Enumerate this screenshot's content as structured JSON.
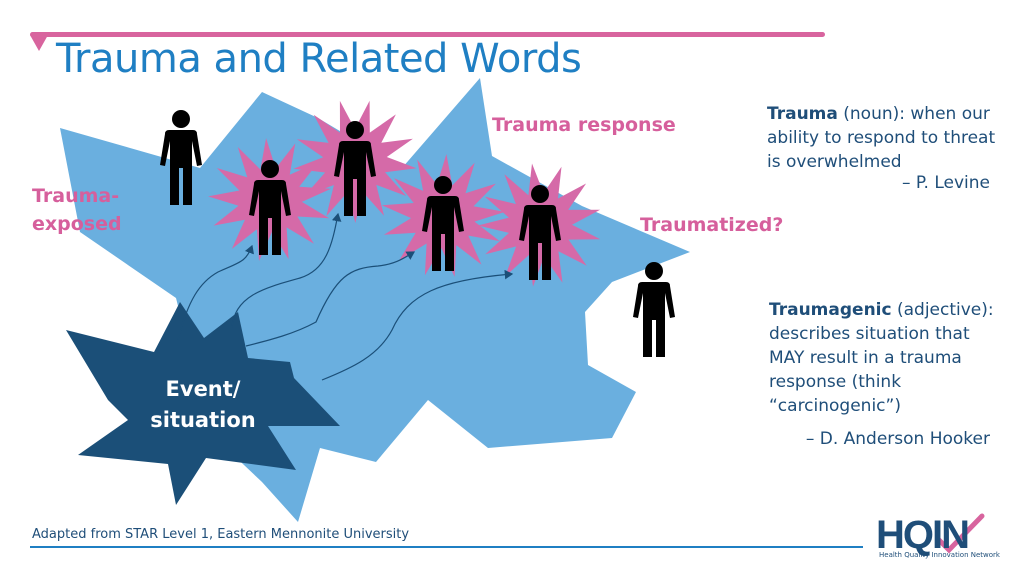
{
  "slide": {
    "title": "Trauma and Related Words",
    "accent_color": "#d8649e",
    "title_color": "#1f7fc3"
  },
  "diagram": {
    "labels": {
      "trauma_exposed": [
        "Trauma-",
        "exposed"
      ],
      "trauma_response": "Trauma response",
      "traumatized": "Traumatized?",
      "event": [
        "Event/",
        "situation"
      ]
    },
    "colors": {
      "big_burst": "#6aafdf",
      "event_burst": "#1b4f78",
      "pink_burst": "#d56aa8",
      "figure": "#000000",
      "arrow": "#1b4f78"
    }
  },
  "definitions": {
    "trauma": {
      "term": "Trauma",
      "text": " (noun): when our ability to respond to threat is overwhelmed",
      "attribution": "– P. Levine"
    },
    "traumagenic": {
      "term": "Traumagenic",
      "text": " (adjective): describes situation that MAY result in a trauma response (think “carcinogenic”)",
      "attribution": "– D. Anderson Hooker"
    }
  },
  "footer": {
    "source_note": "Adapted from STAR Level 1, Eastern Mennonite University",
    "rule_color": "#1f7fc3"
  },
  "logo": {
    "text": "HQIN",
    "subtitle": "Health Quality Innovation Network",
    "color": "#1f4e79",
    "check_color": "#d8649e"
  }
}
